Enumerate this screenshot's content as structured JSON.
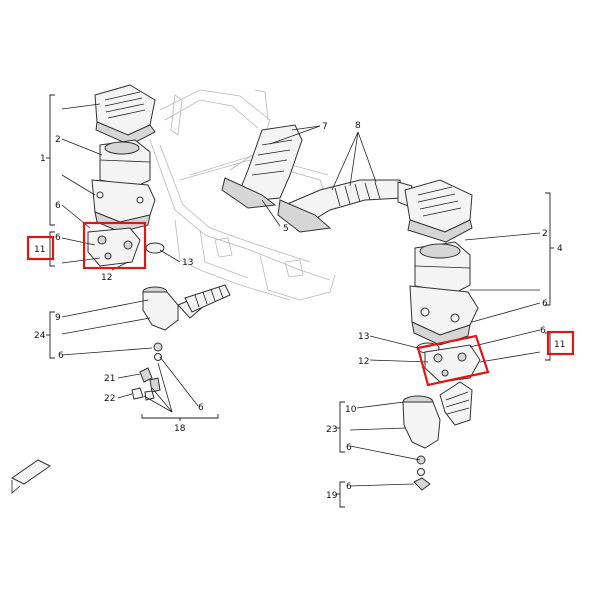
{
  "callouts": {
    "c1": "1",
    "c2_left": "2",
    "c6_left_a": "6",
    "c6_left_b": "6",
    "c11_left": "11",
    "c12_left": "12",
    "c13_left": "13",
    "c9": "9",
    "c24": "24",
    "c6_left_c": "6",
    "c21": "21",
    "c22": "22",
    "c6_left_d": "6",
    "c18": "18",
    "c7": "7",
    "c8": "8",
    "c5": "5",
    "c2_right": "2",
    "c4": "4",
    "c6_right_a": "6",
    "c6_right_b": "6",
    "c11_right": "11",
    "c13_right": "13",
    "c12_right": "12",
    "c10": "10",
    "c23": "23",
    "c6_right_c": "6",
    "c6_right_d": "6",
    "c19": "19"
  },
  "highlight_color": "#e01515",
  "icons": {
    "front_arrow": "front-direction-arrow-icon"
  }
}
